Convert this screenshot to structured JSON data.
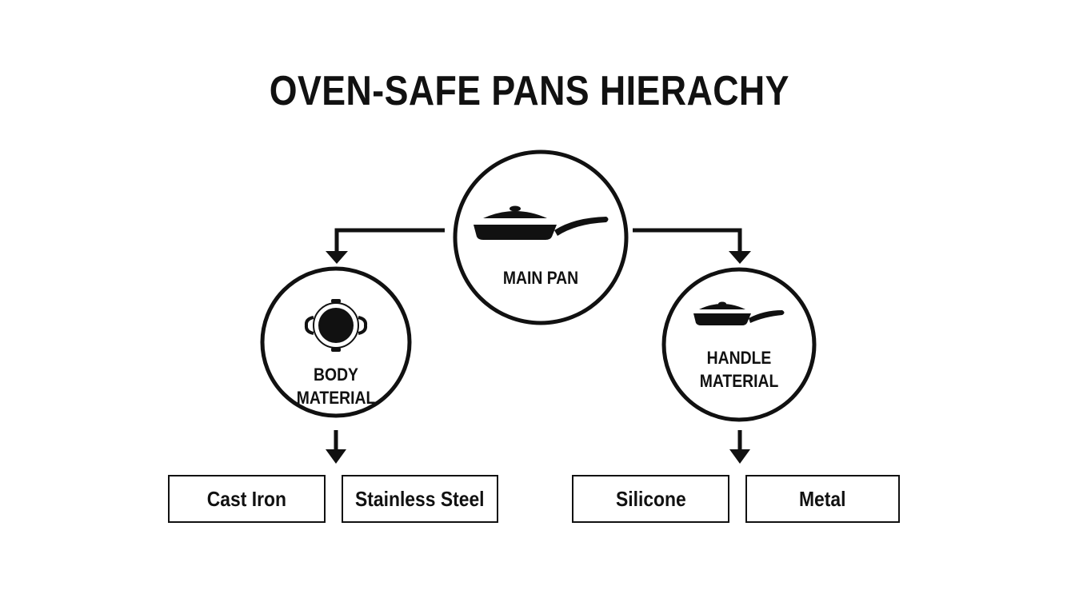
{
  "title": "OVEN-SAFE PANS HIERACHY",
  "root": {
    "label": "MAIN PAN",
    "icon": "frying-pan-icon"
  },
  "branches": [
    {
      "label": "BODY MATERIAL",
      "icon": "pot-top-view-icon",
      "leaves": [
        "Cast Iron",
        "Stainless Steel"
      ]
    },
    {
      "label_lines": [
        "HANDLE",
        "MATERIAL"
      ],
      "icon": "frying-pan-icon",
      "leaves": [
        "Silicone",
        "Metal"
      ]
    }
  ],
  "colors": {
    "ink": "#111111",
    "background": "#ffffff"
  }
}
